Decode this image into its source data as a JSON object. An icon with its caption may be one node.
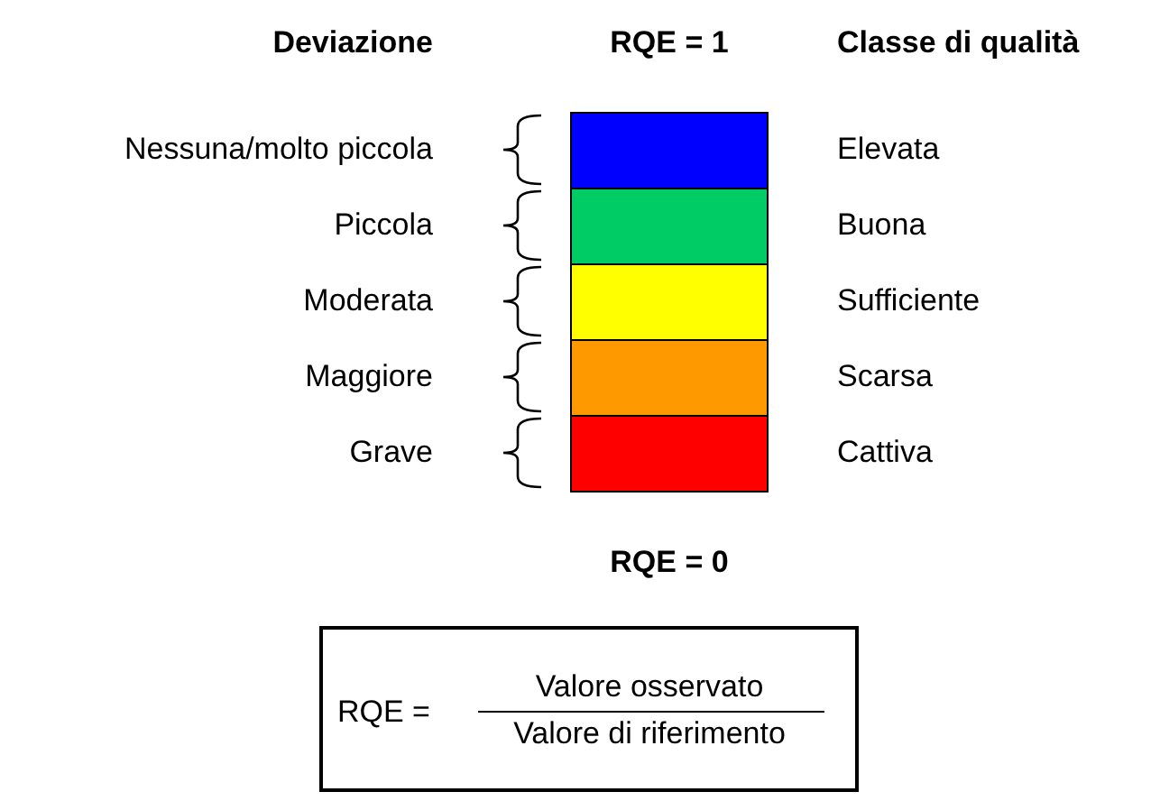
{
  "diagram": {
    "nodes": [
      {
        "text": [],
        "shape": "box",
        "beside": [
          "Elevata"
        ]
      },
      {
        "text": [],
        "shape": "box",
        "beside": [
          "Buona"
        ]
      },
      {
        "text": [],
        "shape": "box",
        "beside": [
          "Sufficiente"
        ]
      },
      {
        "text": [],
        "shape": "box",
        "beside": [
          "Scarsa"
        ]
      },
      {
        "text": [],
        "shape": "box",
        "beside": [
          "Cattiva"
        ]
      },
      {
        "text": [
          "RQE =",
          "Valore osservato",
          "Valore di riferimento"
        ]
      }
    ],
    "edges": [],
    "labels": [
      "Deviazione",
      "RQE = 1",
      "Classe di qualità",
      "Nessuna/molto piccola",
      "Piccola",
      "Moderata",
      "Maggiore",
      "Grave",
      "RQE = 0"
    ]
  }
}
